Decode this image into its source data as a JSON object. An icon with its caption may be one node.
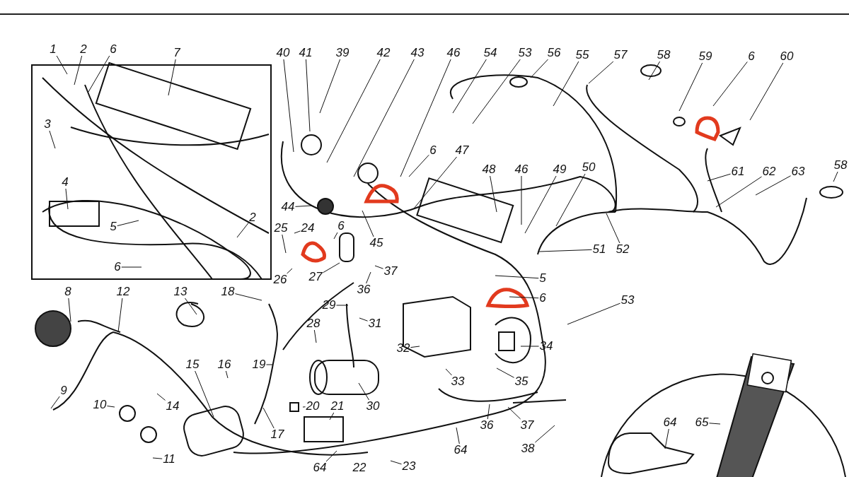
{
  "diagram": {
    "nodes": [
      {
        "text": [
          "1"
        ]
      },
      {
        "text": [
          "2"
        ]
      },
      {
        "text": [
          "6"
        ]
      },
      {
        "text": [
          "7"
        ]
      },
      {
        "text": [
          "3"
        ]
      },
      {
        "text": [
          "4"
        ]
      },
      {
        "text": [
          "5"
        ]
      },
      {
        "text": [
          "2"
        ]
      },
      {
        "text": [
          "6"
        ]
      },
      {
        "text": [
          "40"
        ]
      },
      {
        "text": [
          "41"
        ]
      },
      {
        "text": [
          "39"
        ]
      },
      {
        "text": [
          "42"
        ]
      },
      {
        "text": [
          "43"
        ]
      },
      {
        "text": [
          "46"
        ]
      },
      {
        "text": [
          "54"
        ]
      },
      {
        "text": [
          "53"
        ]
      },
      {
        "text": [
          "56"
        ]
      },
      {
        "text": [
          "55"
        ]
      },
      {
        "text": [
          "57"
        ]
      },
      {
        "text": [
          "58"
        ]
      },
      {
        "text": [
          "59"
        ]
      },
      {
        "text": [
          "6"
        ]
      },
      {
        "text": [
          "60"
        ]
      },
      {
        "text": [
          "6"
        ]
      },
      {
        "text": [
          "47"
        ]
      },
      {
        "text": [
          "48"
        ]
      },
      {
        "text": [
          "46"
        ]
      },
      {
        "text": [
          "49"
        ]
      },
      {
        "text": [
          "50"
        ]
      },
      {
        "text": [
          "44"
        ]
      },
      {
        "text": [
          "45"
        ]
      },
      {
        "text": [
          "25"
        ]
      },
      {
        "text": [
          "24"
        ]
      },
      {
        "text": [
          "6"
        ]
      },
      {
        "text": [
          "26"
        ]
      },
      {
        "text": [
          "27"
        ]
      },
      {
        "text": [
          "36"
        ]
      },
      {
        "text": [
          "37"
        ]
      },
      {
        "text": [
          "5"
        ]
      },
      {
        "text": [
          "6"
        ]
      },
      {
        "text": [
          "61"
        ]
      },
      {
        "text": [
          "62"
        ]
      },
      {
        "text": [
          "63"
        ]
      },
      {
        "text": [
          "58"
        ]
      },
      {
        "text": [
          "51"
        ]
      },
      {
        "text": [
          "52"
        ]
      },
      {
        "text": [
          "53"
        ]
      },
      {
        "text": [
          "8"
        ]
      },
      {
        "text": [
          "12"
        ]
      },
      {
        "text": [
          "13"
        ]
      },
      {
        "text": [
          "18"
        ]
      },
      {
        "text": [
          "19"
        ]
      },
      {
        "text": [
          "15"
        ]
      },
      {
        "text": [
          "16"
        ]
      },
      {
        "text": [
          "14"
        ]
      },
      {
        "text": [
          "10"
        ]
      },
      {
        "text": [
          "9"
        ]
      },
      {
        "text": [
          "11"
        ]
      },
      {
        "text": [
          "17"
        ]
      },
      {
        "text": [
          "28"
        ]
      },
      {
        "text": [
          "29"
        ]
      },
      {
        "text": [
          "31"
        ]
      },
      {
        "text": [
          "32"
        ]
      },
      {
        "text": [
          "30"
        ]
      },
      {
        "text": [
          "20"
        ]
      },
      {
        "text": [
          "21"
        ]
      },
      {
        "text": [
          "33"
        ]
      },
      {
        "text": [
          "35"
        ]
      },
      {
        "text": [
          "34"
        ]
      },
      {
        "text": [
          "36"
        ]
      },
      {
        "text": [
          "37"
        ]
      },
      {
        "text": [
          "64"
        ]
      },
      {
        "text": [
          "38"
        ]
      },
      {
        "text": [
          "64"
        ]
      },
      {
        "text": [
          "65"
        ]
      },
      {
        "text": [
          "64"
        ]
      },
      {
        "text": [
          "22"
        ]
      },
      {
        "text": [
          "23"
        ]
      }
    ],
    "edges": [
      {
        "from": 0,
        "to": null,
        "arrow": "none"
      },
      {
        "from": 1,
        "to": null,
        "arrow": "none"
      },
      {
        "from": 2,
        "to": null,
        "arrow": "none"
      },
      {
        "from": 3,
        "to": null,
        "arrow": "none"
      },
      {
        "from": 4,
        "to": null,
        "arrow": "none"
      },
      {
        "from": 5,
        "to": null,
        "arrow": "none"
      },
      {
        "from": 6,
        "to": null,
        "arrow": "none"
      },
      {
        "from": 7,
        "to": null,
        "arrow": "none"
      },
      {
        "from": 8,
        "to": null,
        "arrow": "none"
      },
      {
        "from": 9,
        "to": null,
        "arrow": "none"
      },
      {
        "from": 10,
        "to": null,
        "arrow": "none"
      },
      {
        "from": 11,
        "to": null,
        "arrow": "none"
      },
      {
        "from": 12,
        "to": null,
        "arrow": "none"
      },
      {
        "from": 13,
        "to": null,
        "arrow": "none"
      },
      {
        "from": 14,
        "to": null,
        "arrow": "none"
      },
      {
        "from": 15,
        "to": null,
        "arrow": "none"
      },
      {
        "from": 16,
        "to": null,
        "arrow": "none"
      },
      {
        "from": 17,
        "to": null,
        "arrow": "none"
      },
      {
        "from": 18,
        "to": null,
        "arrow": "none"
      },
      {
        "from": 19,
        "to": null,
        "arrow": "none"
      },
      {
        "from": 20,
        "to": null,
        "arrow": "none"
      },
      {
        "from": 21,
        "to": null,
        "arrow": "none"
      },
      {
        "from": 22,
        "to": null,
        "arrow": "none"
      },
      {
        "from": 23,
        "to": null,
        "arrow": "none"
      },
      {
        "from": 24,
        "to": null,
        "arrow": "none"
      },
      {
        "from": 25,
        "to": null,
        "arrow": "none"
      },
      {
        "from": 26,
        "to": null,
        "arrow": "none"
      },
      {
        "from": 27,
        "to": null,
        "arrow": "none"
      },
      {
        "from": 28,
        "to": null,
        "arrow": "none"
      },
      {
        "from": 29,
        "to": null,
        "arrow": "none"
      },
      {
        "from": 30,
        "to": null,
        "arrow": "none"
      },
      {
        "from": 31,
        "to": null,
        "arrow": "none"
      },
      {
        "from": 32,
        "to": null,
        "arrow": "none"
      },
      {
        "from": 33,
        "to": null,
        "arrow": "none"
      },
      {
        "from": 34,
        "to": null,
        "arrow": "none"
      },
      {
        "from": 35,
        "to": null,
        "arrow": "none"
      },
      {
        "from": 36,
        "to": null,
        "arrow": "none"
      },
      {
        "from": 37,
        "to": null,
        "arrow": "none"
      },
      {
        "from": 38,
        "to": null,
        "arrow": "none"
      },
      {
        "from": 39,
        "to": null,
        "arrow": "none"
      },
      {
        "from": 40,
        "to": null,
        "arrow": "none"
      },
      {
        "from": 41,
        "to": null,
        "arrow": "none"
      },
      {
        "from": 42,
        "to": null,
        "arrow": "none"
      },
      {
        "from": 43,
        "to": null,
        "arrow": "none"
      },
      {
        "from": 44,
        "to": null,
        "arrow": "none"
      },
      {
        "from": 45,
        "to": null,
        "arrow": "none"
      },
      {
        "from": 46,
        "to": null,
        "arrow": "none"
      },
      {
        "from": 47,
        "to": null,
        "arrow": "none"
      },
      {
        "from": 48,
        "to": null,
        "arrow": "none"
      },
      {
        "from": 49,
        "to": null,
        "arrow": "none"
      },
      {
        "from": 50,
        "to": null,
        "arrow": "none"
      },
      {
        "from": 51,
        "to": null,
        "arrow": "none"
      },
      {
        "from": 52,
        "to": null,
        "arrow": "none"
      },
      {
        "from": 53,
        "to": null,
        "arrow": "none"
      },
      {
        "from": 54,
        "to": null,
        "arrow": "none"
      },
      {
        "from": 55,
        "to": null,
        "arrow": "none"
      },
      {
        "from": 56,
        "to": null,
        "arrow": "none"
      },
      {
        "from": 57,
        "to": null,
        "arrow": "none"
      },
      {
        "from": 58,
        "to": null,
        "arrow": "none"
      },
      {
        "from": 59,
        "to": null,
        "arrow": "none"
      },
      {
        "from": 60,
        "to": null,
        "arrow": "none"
      },
      {
        "from": 61,
        "to": null,
        "arrow": "none"
      },
      {
        "from": 62,
        "to": null,
        "arrow": "none"
      },
      {
        "from": 63,
        "to": null,
        "arrow": "none"
      },
      {
        "from": 64,
        "to": null,
        "arrow": "none"
      },
      {
        "from": 65,
        "to": null,
        "arrow": "none"
      },
      {
        "from": 66,
        "to": null,
        "arrow": "none"
      },
      {
        "from": 67,
        "to": null,
        "arrow": "none"
      },
      {
        "from": 68,
        "to": null,
        "arrow": "none"
      },
      {
        "from": 69,
        "to": null,
        "arrow": "none"
      },
      {
        "from": 70,
        "to": null,
        "arrow": "none"
      },
      {
        "from": 71,
        "to": null,
        "arrow": "none"
      },
      {
        "from": 72,
        "to": null,
        "arrow": "none"
      },
      {
        "from": 73,
        "to": null,
        "arrow": "none"
      },
      {
        "from": 74,
        "to": null,
        "arrow": "none"
      },
      {
        "from": 75,
        "to": null,
        "arrow": "none"
      },
      {
        "from": 76,
        "to": null,
        "arrow": "none"
      },
      {
        "from": 77,
        "to": null,
        "arrow": "none"
      },
      {
        "from": 78,
        "to": null,
        "arrow": "none"
      }
    ]
  }
}
